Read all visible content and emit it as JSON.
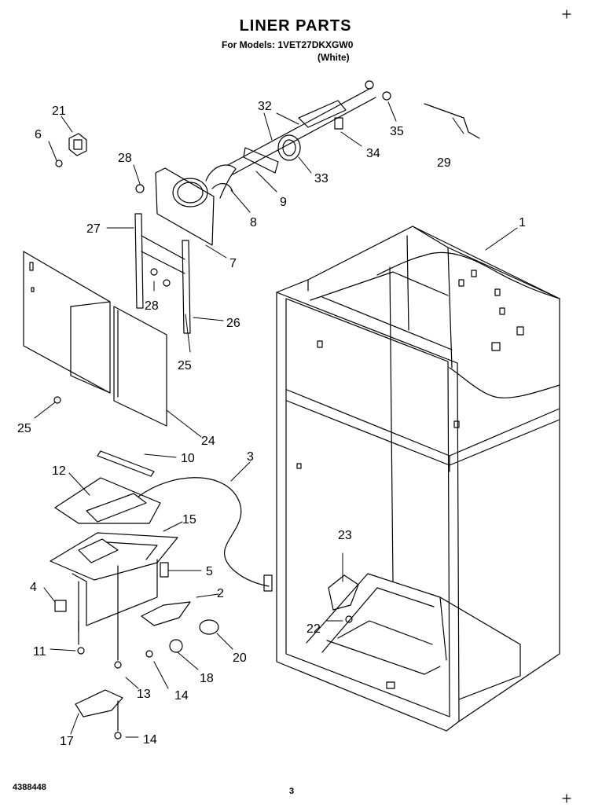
{
  "header": {
    "title": "LINER PARTS",
    "for_models": "For Models: 1VET27DKXGW0",
    "variant": "(White)"
  },
  "footer": {
    "doc_number": "4388448",
    "page": "3"
  },
  "callouts": [
    {
      "id": "c1",
      "text": "1"
    },
    {
      "id": "c2",
      "text": "2"
    },
    {
      "id": "c3",
      "text": "3"
    },
    {
      "id": "c4",
      "text": "4"
    },
    {
      "id": "c5",
      "text": "5"
    },
    {
      "id": "c6",
      "text": "6"
    },
    {
      "id": "c7",
      "text": "7"
    },
    {
      "id": "c8",
      "text": "8"
    },
    {
      "id": "c9",
      "text": "9"
    },
    {
      "id": "c10",
      "text": "10"
    },
    {
      "id": "c11",
      "text": "11"
    },
    {
      "id": "c12",
      "text": "12"
    },
    {
      "id": "c13",
      "text": "13"
    },
    {
      "id": "c14a",
      "text": "14"
    },
    {
      "id": "c14b",
      "text": "14"
    },
    {
      "id": "c15",
      "text": "15"
    },
    {
      "id": "c17",
      "text": "17"
    },
    {
      "id": "c18",
      "text": "18"
    },
    {
      "id": "c20",
      "text": "20"
    },
    {
      "id": "c21",
      "text": "21"
    },
    {
      "id": "c22",
      "text": "22"
    },
    {
      "id": "c23",
      "text": "23"
    },
    {
      "id": "c24",
      "text": "24"
    },
    {
      "id": "c25a",
      "text": "25"
    },
    {
      "id": "c25b",
      "text": "25"
    },
    {
      "id": "c26",
      "text": "26"
    },
    {
      "id": "c27",
      "text": "27"
    },
    {
      "id": "c28a",
      "text": "28"
    },
    {
      "id": "c28b",
      "text": "28"
    },
    {
      "id": "c29",
      "text": "29"
    },
    {
      "id": "c32",
      "text": "32"
    },
    {
      "id": "c33",
      "text": "33"
    },
    {
      "id": "c34",
      "text": "34"
    },
    {
      "id": "c35",
      "text": "35"
    }
  ]
}
